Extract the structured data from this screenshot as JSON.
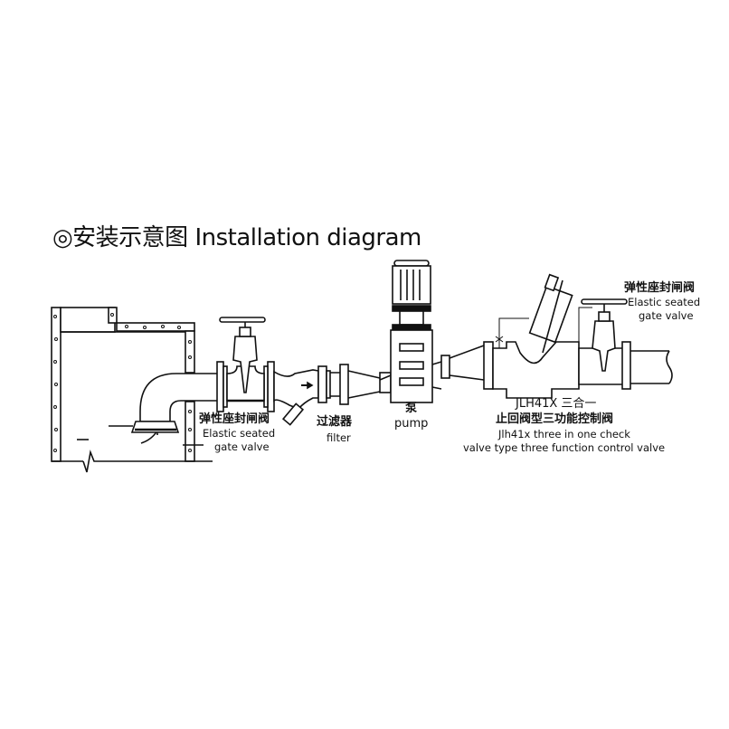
{
  "title": "◎安装示意图 Installation diagram",
  "labels": {
    "gate_valve_left_cn": "弹性座封闸阀",
    "gate_valve_left_en1": "Elastic seated",
    "gate_valve_left_en2": "gate valve",
    "filter_cn": "过滤器",
    "filter_en": "filter",
    "pump_cn": "泵",
    "pump_en": "pump",
    "control_valve_cn1": "JLH41X 三合一",
    "control_valve_cn2": "止回阀型三功能控制阀",
    "control_valve_en1": "Jlh41x three in one check",
    "control_valve_en2": "valve type three function control valve",
    "gate_valve_right_cn": "弹性座封闸阀",
    "gate_valve_right_en1": "Elastic seated",
    "gate_valve_right_en2": "gate valve"
  }
}
